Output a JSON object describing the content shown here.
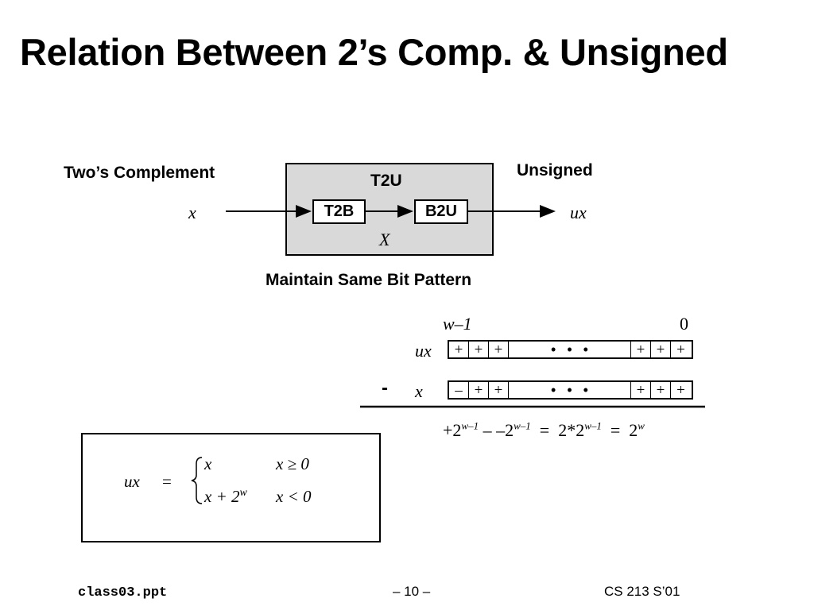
{
  "title": "Relation Between 2’s Comp. & Unsigned",
  "diagram": {
    "left_label": "Two’s Complement",
    "right_label": "Unsigned",
    "input_var": "x",
    "output_var": "ux",
    "box_title": "T2U",
    "block1": "T2B",
    "block2": "B2U",
    "bit_var": "X",
    "caption": "Maintain Same Bit Pattern"
  },
  "bit_rows": {
    "msb_label": "w–1",
    "lsb_label": "0",
    "row1_label": "ux",
    "row1_bits_left": [
      "+",
      "+",
      "+"
    ],
    "row1_bits_right": [
      "+",
      "+",
      "+"
    ],
    "row2_label": "x",
    "row2_bits_left": [
      "–",
      "+",
      "+"
    ],
    "row2_bits_right": [
      "+",
      "+",
      "+"
    ],
    "minus_sign": "-",
    "dots": "•••",
    "result": {
      "t1": "+2",
      "e1": "w–1",
      "op": "–",
      "t2": "–2",
      "e2": "w–1",
      "eq1": "=",
      "t3": "2*2",
      "e3": "w–1",
      "eq2": "=",
      "t4": "2",
      "e4": "w"
    }
  },
  "formula": {
    "lhs": "ux",
    "eq": "=",
    "case1_expr": "x",
    "case1_cond": "x ≥ 0",
    "case2_expr": "x + 2",
    "case2_exp": "w",
    "case2_cond": "x < 0"
  },
  "footer": {
    "left": "class03.ppt",
    "center": "– 10 –",
    "right": "CS 213 S’01"
  }
}
